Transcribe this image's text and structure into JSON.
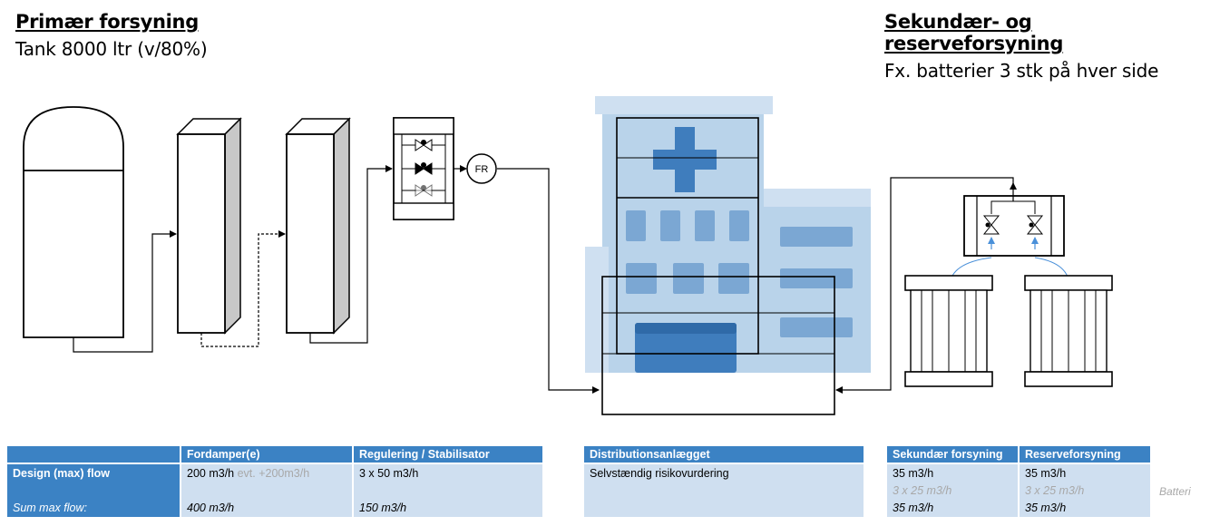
{
  "primary": {
    "title": "Primær forsyning",
    "subtitle": "Tank 8000 ltr (v/80%)"
  },
  "secondary": {
    "title": "Sekundær- og reserveforsyning",
    "subtitle": "Fx. batterier 3 stk på hver side"
  },
  "flow_meter_label": "FR",
  "table1": {
    "headers": [
      "",
      "Fordamper(e)",
      "Regulering / Stabilisator"
    ],
    "row_design_label": "Design (max) flow",
    "row_sum_label": "Sum max flow:",
    "fordamper_design": "200 m3/h",
    "fordamper_design_extra": "evt. +200m3/h",
    "fordamper_sum": "400 m3/h",
    "regulering_design": "3 x 50 m3/h",
    "regulering_sum": "150 m3/h"
  },
  "table2": {
    "header": "Distributionsanlægget",
    "value": "Selvstændig risikovurdering"
  },
  "table3": {
    "headers": [
      "Sekundær forsyning",
      "Reserveforsyning"
    ],
    "sek": [
      "35 m3/h",
      "3 x 25 m3/h",
      "35 m3/h"
    ],
    "res": [
      "35 m3/h",
      "3 x 25 m3/h",
      "35 m3/h"
    ],
    "side_note": "Batteri"
  },
  "colors": {
    "table_header": "#3b82c4",
    "table_cell": "#cfdff0",
    "building": "#b9d3ea",
    "building_dark": "#7ba7d3",
    "accent_arrow": "#4a90d9"
  }
}
